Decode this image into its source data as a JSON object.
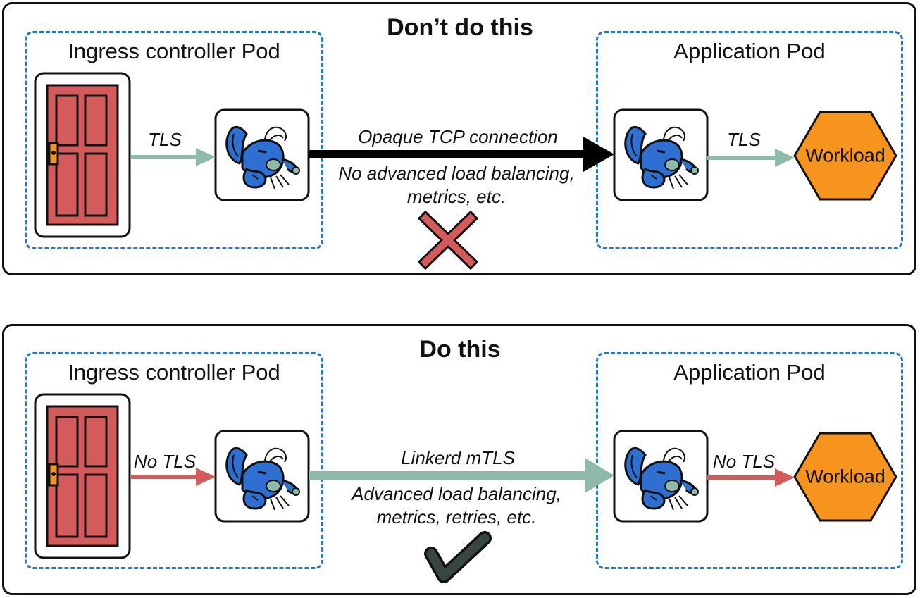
{
  "panels": [
    {
      "title": "Don’t do this",
      "left_pod_label": "Ingress controller Pod",
      "right_pod_label": "Application Pod",
      "left_link_label": "TLS",
      "middle_link_top_label": "Opaque TCP connection",
      "middle_link_bottom_label_line1": "No advanced load balancing,",
      "middle_link_bottom_label_line2": "metrics, etc.",
      "right_link_label": "TLS",
      "workload_label": "Workload",
      "verdict_icon": "x-mark-icon"
    },
    {
      "title": "Do this",
      "left_pod_label": "Ingress controller Pod",
      "right_pod_label": "Application Pod",
      "left_link_label": "No TLS",
      "middle_link_top_label": "Linkerd mTLS",
      "middle_link_bottom_label_line1": "Advanced load balancing,",
      "middle_link_bottom_label_line2": "metrics, retries, etc.",
      "right_link_label": "No TLS",
      "workload_label": "Workload",
      "verdict_icon": "check-mark-icon"
    }
  ],
  "colors": {
    "pod_border": "#2b78c2",
    "door": "#d45b5b",
    "tls_arrow": "#8fb9a8",
    "no_tls_arrow": "#d45b5b",
    "opaque_arrow": "#000000",
    "mtls_arrow": "#8fb9a8",
    "workload": "#f7941d",
    "x_mark": "#d45b5b",
    "check_mark": "#374740",
    "mascot": "#2f6fd1"
  }
}
